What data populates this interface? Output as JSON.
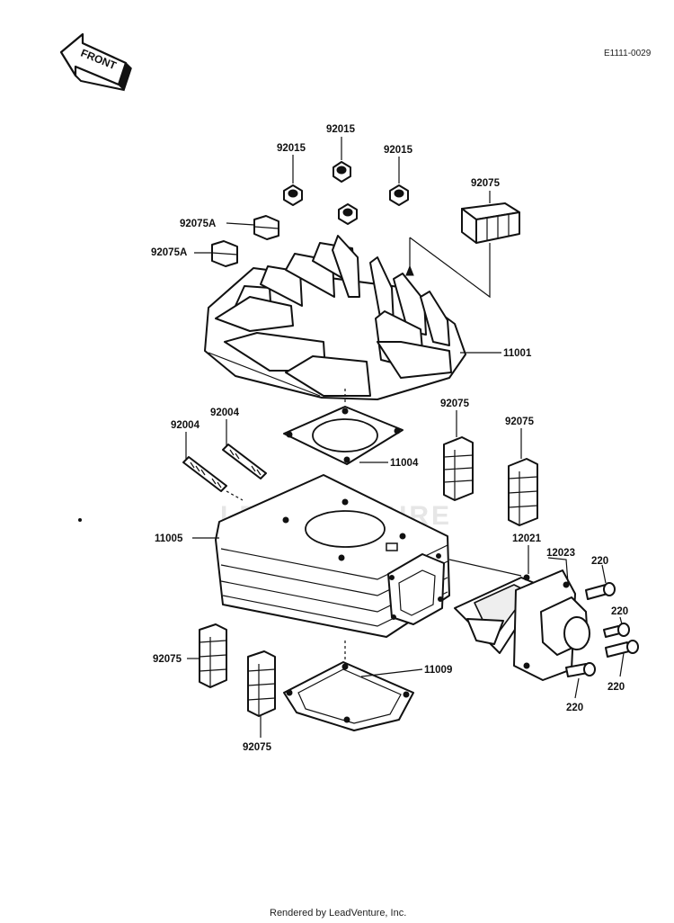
{
  "header": {
    "front_label": "FRONT",
    "diagram_ref": "E1111-0029"
  },
  "watermark": "LEADVENTURE",
  "footer": "Rendered by LeadVenture, Inc.",
  "parts": {
    "nut_center_top": "92015",
    "nut_left": "92015",
    "nut_right": "92015",
    "damper_92075a_upper": "92075A",
    "damper_92075a_lower": "92075A",
    "damper_top_right": "92075",
    "cylinder_head": "11001",
    "stud_left": "92004",
    "stud_right": "92004",
    "head_gasket": "11004",
    "damper_mid_left": "92075",
    "damper_mid_right": "92075",
    "cylinder": "11005",
    "reed_valve": "12021",
    "intake_manifold": "12023",
    "bolt_top": "220",
    "bolt_mid": "220",
    "bolt_lower_right": "220",
    "bolt_bottom": "220",
    "base_gasket": "11009",
    "damper_lower_left": "92075",
    "damper_lower_bottom": "92075"
  }
}
